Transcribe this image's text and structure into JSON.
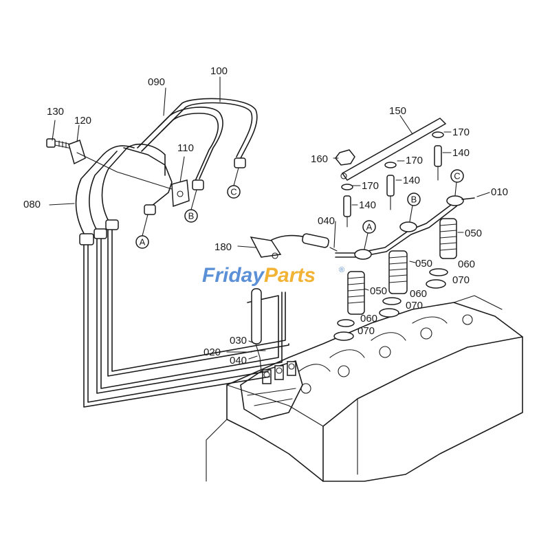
{
  "watermark": {
    "part1": "Friday",
    "part2": "Parts",
    "symbol": "®",
    "color1": "#5b8fd6",
    "color2": "#f2b233"
  },
  "part_labels": {
    "p010": "010",
    "p020": "020",
    "p030": "030",
    "p040a": "040",
    "p040b": "040",
    "p050a": "050",
    "p050b": "050",
    "p050c": "050",
    "p060a": "060",
    "p060b": "060",
    "p060c": "060",
    "p070a": "070",
    "p070b": "070",
    "p070c": "070",
    "p080": "080",
    "p090": "090",
    "p100": "100",
    "p110": "110",
    "p120": "120",
    "p130": "130",
    "p140a": "140",
    "p140b": "140",
    "p140c": "140",
    "p150": "150",
    "p160": "160",
    "p170a": "170",
    "p170b": "170",
    "p170c": "170",
    "p180": "180"
  },
  "connection_markers": {
    "a1": "A",
    "b1": "B",
    "c1": "C",
    "a2": "A",
    "b2": "B",
    "c2": "C"
  }
}
